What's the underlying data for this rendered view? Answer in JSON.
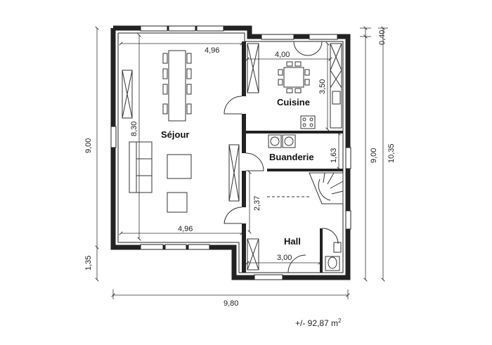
{
  "rooms": {
    "sejour": "Séjour",
    "cuisine": "Cuisine",
    "buanderie": "Buanderie",
    "hall": "Hall"
  },
  "dims": {
    "total_width": "9,80",
    "left_height": "9,00",
    "left_bottom": "1,35",
    "right_total": "10,35",
    "right_main": "9,00",
    "right_top": "0,40",
    "sejour_top": "4,96",
    "sejour_bottom": "4,96",
    "sejour_height": "8,30",
    "cuisine_width": "4,00",
    "cuisine_height": "3,50",
    "buanderie_height": "1,63",
    "hall_upper": "2,37",
    "hall_width": "3,00"
  },
  "area": {
    "prefix": "+/- 92,87 m",
    "exponent": "2"
  },
  "colors": {
    "wall": "#222222",
    "line": "#333333"
  }
}
